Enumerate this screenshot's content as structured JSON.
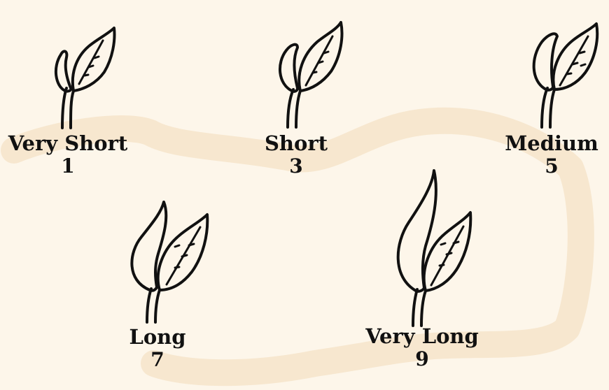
{
  "background_color": "#fdf6ea",
  "ribbon_color": "#f6e6cc",
  "ink_color": "#111111",
  "stages": [
    {
      "label": "Very Short",
      "score": "1"
    },
    {
      "label": "Short",
      "score": "3"
    },
    {
      "label": "Medium",
      "score": "5"
    },
    {
      "label": "Long",
      "score": "7"
    },
    {
      "label": "Very Long",
      "score": "9"
    }
  ]
}
